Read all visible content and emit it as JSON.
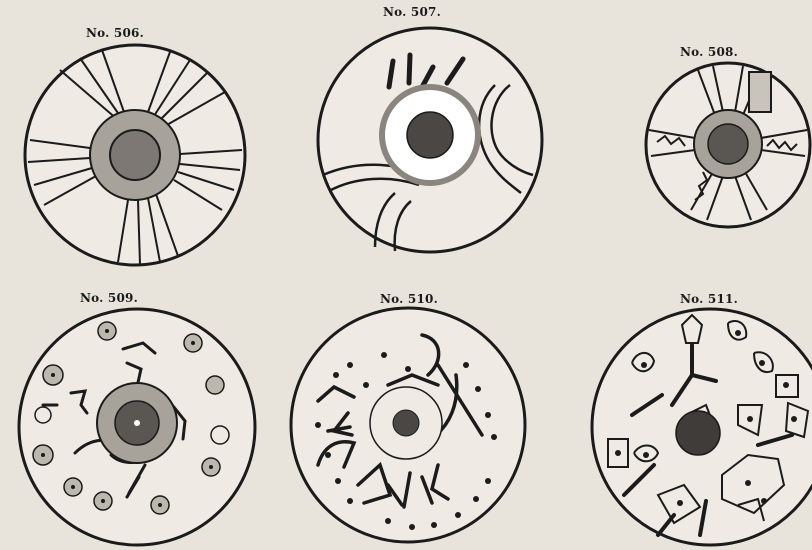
{
  "figures": [
    {
      "id": "506",
      "label": "No. 506."
    },
    {
      "id": "507",
      "label": "No. 507."
    },
    {
      "id": "508",
      "label": "No. 508."
    },
    {
      "id": "509",
      "label": "No. 509."
    },
    {
      "id": "510",
      "label": "No. 510."
    },
    {
      "id": "511",
      "label": "No. 511."
    }
  ],
  "colors": {
    "paper": "#e8e4dc",
    "ink": "#1b1b1b",
    "band": "#a8a39a",
    "center": "#4a4744"
  }
}
